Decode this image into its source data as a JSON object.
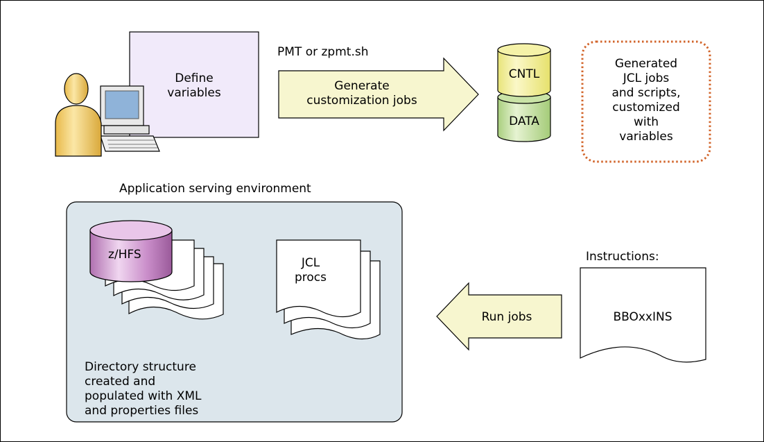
{
  "define_box": {
    "line1": "Define",
    "line2": "variables"
  },
  "tool_label": "PMT or zpmt.sh",
  "generate_arrow": {
    "line1": "Generate",
    "line2": "customization jobs"
  },
  "datasets": {
    "top": "CNTL",
    "bottom": "DATA"
  },
  "generated_box": {
    "lines": [
      "Generated",
      "JCL jobs",
      "and scripts,",
      "customized",
      "with",
      "variables"
    ]
  },
  "environment": {
    "title": "Application serving environment",
    "hfs_label": "z/HFS",
    "jcl_label": {
      "line1": "JCL",
      "line2": "procs"
    },
    "description": [
      "Directory structure",
      "created and",
      "populated with XML",
      "and properties files"
    ]
  },
  "instructions": {
    "title": "Instructions:",
    "doc_label": "BBOxxINS"
  },
  "run_arrow": {
    "label": "Run jobs"
  },
  "colors": {
    "define_fill": "#F1EAFA",
    "arrow_fill": "#F7F6CF",
    "cntl_fill": "#F4F1A0",
    "data_fill": "#D3E8B0",
    "dotted_border": "#D2652B",
    "env_fill": "#DCE6EC",
    "hfs_fill": "#C88CC8",
    "user_fill": "#F2D27A"
  }
}
